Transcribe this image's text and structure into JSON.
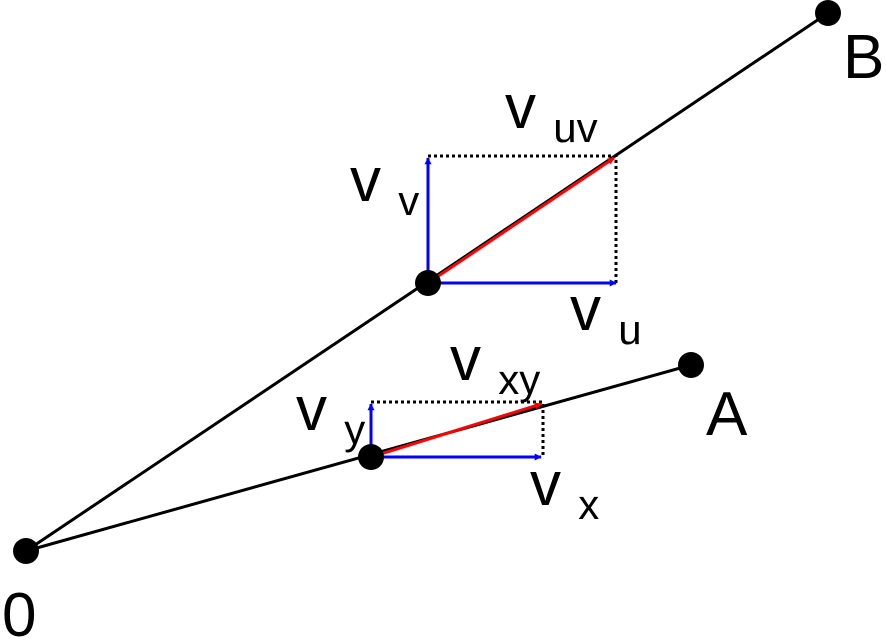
{
  "points": {
    "origin": "0",
    "a": "A",
    "b": "B"
  },
  "vectors": {
    "vuv": {
      "base": "v",
      "sub": "uv"
    },
    "vu": {
      "base": "v",
      "sub": "u"
    },
    "vv": {
      "base": "v",
      "sub": "v"
    },
    "vxy": {
      "base": "v",
      "sub": "xy"
    },
    "vx": {
      "base": "v",
      "sub": "x"
    },
    "vy": {
      "base": "v",
      "sub": "y"
    }
  },
  "colors": {
    "line": "#000000",
    "component": "#0000ff",
    "resultant": "#ff0000"
  }
}
